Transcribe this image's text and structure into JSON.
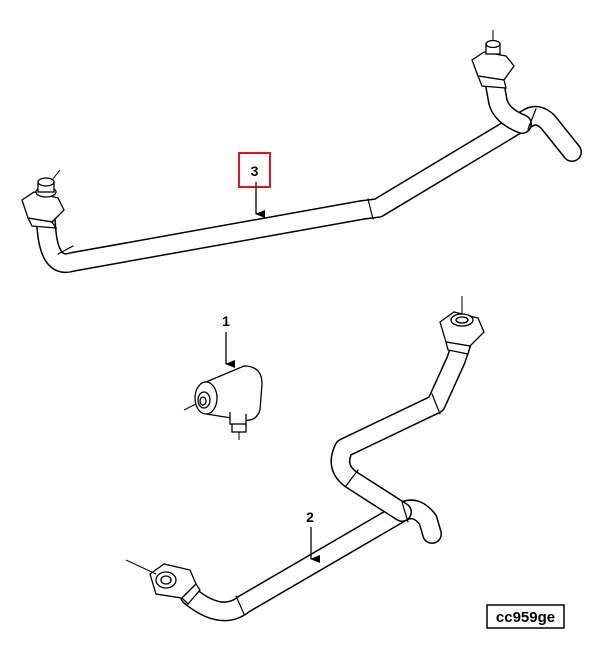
{
  "callouts": {
    "part1": "1",
    "part2": "2",
    "part3": "3"
  },
  "reference_code": "cc959ge",
  "colors": {
    "line": "#000000",
    "highlight": "#e0151b",
    "background": "#ffffff"
  }
}
